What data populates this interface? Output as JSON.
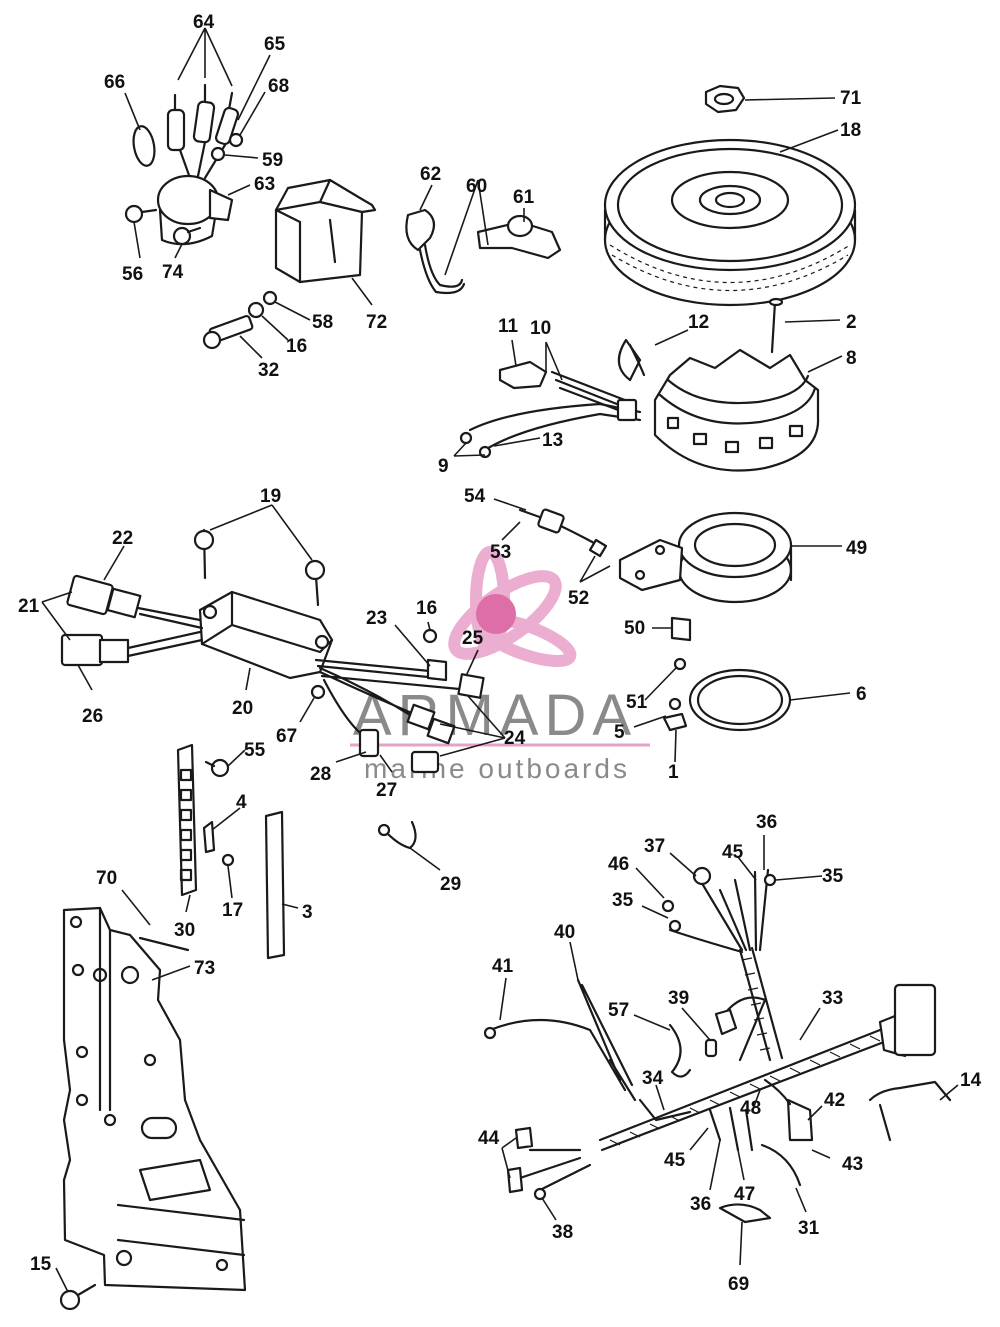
{
  "watermark": {
    "brand": "ARMADA",
    "tagline": "marine outboards",
    "brand_color": "#7a7a7a",
    "logo_color": "#e9a0c8",
    "logo_accent": "#d8559a"
  },
  "callouts": [
    "64",
    "65",
    "66",
    "68",
    "59",
    "63",
    "56",
    "74",
    "62",
    "60",
    "61",
    "71",
    "18",
    "58",
    "72",
    "16",
    "32",
    "2",
    "12",
    "11",
    "10",
    "8",
    "13",
    "9",
    "19",
    "54",
    "22",
    "53",
    "49",
    "21",
    "52",
    "16",
    "23",
    "25",
    "50",
    "20",
    "26",
    "67",
    "51",
    "6",
    "55",
    "24",
    "5",
    "28",
    "27",
    "1",
    "4",
    "29",
    "17",
    "3",
    "30",
    "70",
    "73",
    "37",
    "36",
    "46",
    "45",
    "35",
    "35",
    "40",
    "41",
    "57",
    "39",
    "33",
    "34",
    "14",
    "48",
    "42",
    "44",
    "45",
    "36",
    "47",
    "43",
    "31",
    "38",
    "69",
    "15"
  ]
}
